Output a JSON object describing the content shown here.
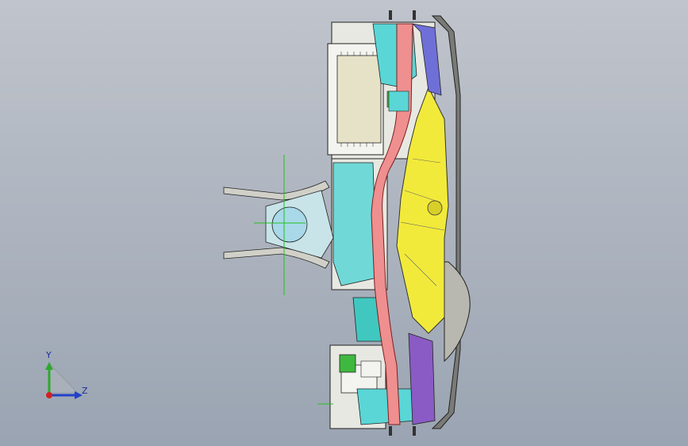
{
  "viewport": {
    "name": "cad-3d-viewport",
    "background_top": "#c0c4cc",
    "background_bottom": "#9aa4b2"
  },
  "model": {
    "colors": {
      "yellow": "#f2ea3a",
      "pink": "#ef8f8f",
      "cyan": "#5ad6d6",
      "blue": "#6f6fd8",
      "purple": "#8a5bc4",
      "green": "#3fb83f",
      "sphere": "#b8b8b0",
      "frame": "#e8e8e2",
      "line": "#1a1a1a"
    }
  },
  "axis_triad": {
    "y_label": "Y",
    "z_label": "Z",
    "y_color": "#2fa82f",
    "z_color": "#2240c8",
    "x_color": "#d42020"
  }
}
